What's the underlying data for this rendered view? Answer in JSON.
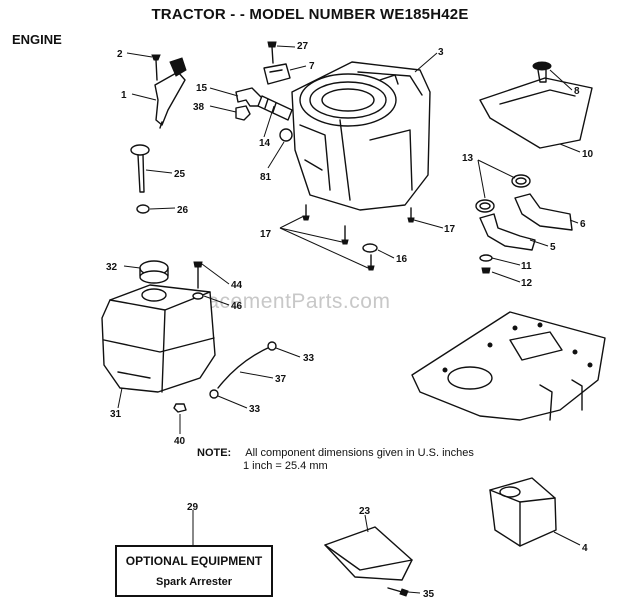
{
  "header": {
    "title": "TRACTOR - - MODEL NUMBER WE185H42E",
    "section": "ENGINE"
  },
  "watermark": "eReplacementParts.com",
  "note": {
    "label": "NOTE:",
    "line1": "All component dimensions given in U.S. inches",
    "line2": "1 inch = 25.4 mm"
  },
  "optional_equipment": {
    "title": "OPTIONAL EQUIPMENT",
    "item": "Spark Arrester"
  },
  "callouts": {
    "c1": "1",
    "c2": "2",
    "c3": "3",
    "c4": "4",
    "c5": "5",
    "c6": "6",
    "c7": "7",
    "c8": "8",
    "c10": "10",
    "c11": "11",
    "c12": "12",
    "c13": "13",
    "c14": "14",
    "c15": "15",
    "c16": "16",
    "c17a": "17",
    "c17b": "17",
    "c23": "23",
    "c25": "25",
    "c26": "26",
    "c27": "27",
    "c29": "29",
    "c31": "31",
    "c32": "32",
    "c33a": "33",
    "c33b": "33",
    "c35": "35",
    "c37": "37",
    "c38": "38",
    "c40": "40",
    "c44": "44",
    "c46": "46",
    "c81": "81"
  }
}
